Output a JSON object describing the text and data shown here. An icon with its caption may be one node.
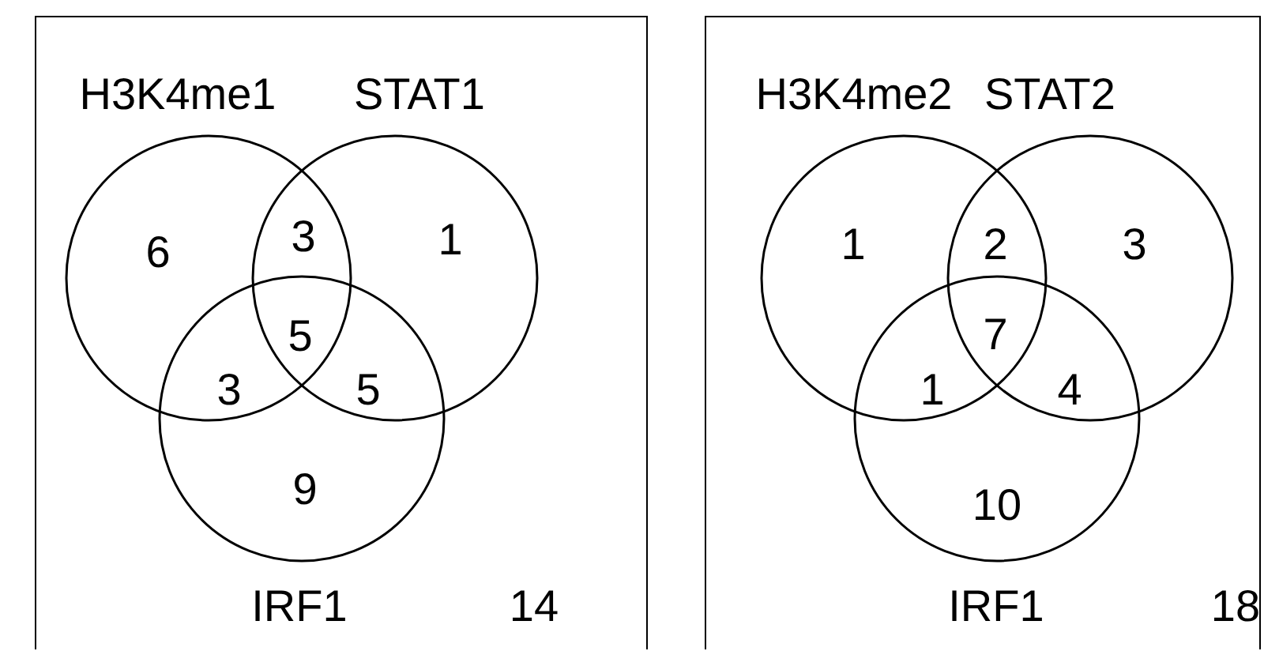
{
  "diagram": {
    "nodes": [
      {
        "text": [],
        "shape": "box"
      },
      {
        "text": [
          "H3K4me1"
        ],
        "in": 0
      },
      {
        "text": [
          "STAT1"
        ],
        "in": 0
      },
      {
        "text": [
          "IRF1"
        ],
        "in": 0
      },
      {
        "text": [],
        "shape": "box"
      },
      {
        "text": [
          "H3K4me2"
        ],
        "in": 4
      },
      {
        "text": [
          "STAT2"
        ],
        "in": 4
      },
      {
        "text": [
          "IRF1"
        ],
        "in": 4
      }
    ],
    "labels": [
      "6",
      "3",
      "1",
      "3",
      "5",
      "5",
      "9",
      "14",
      "1",
      "2",
      "3",
      "7",
      "1",
      "4",
      "10",
      "18"
    ]
  }
}
